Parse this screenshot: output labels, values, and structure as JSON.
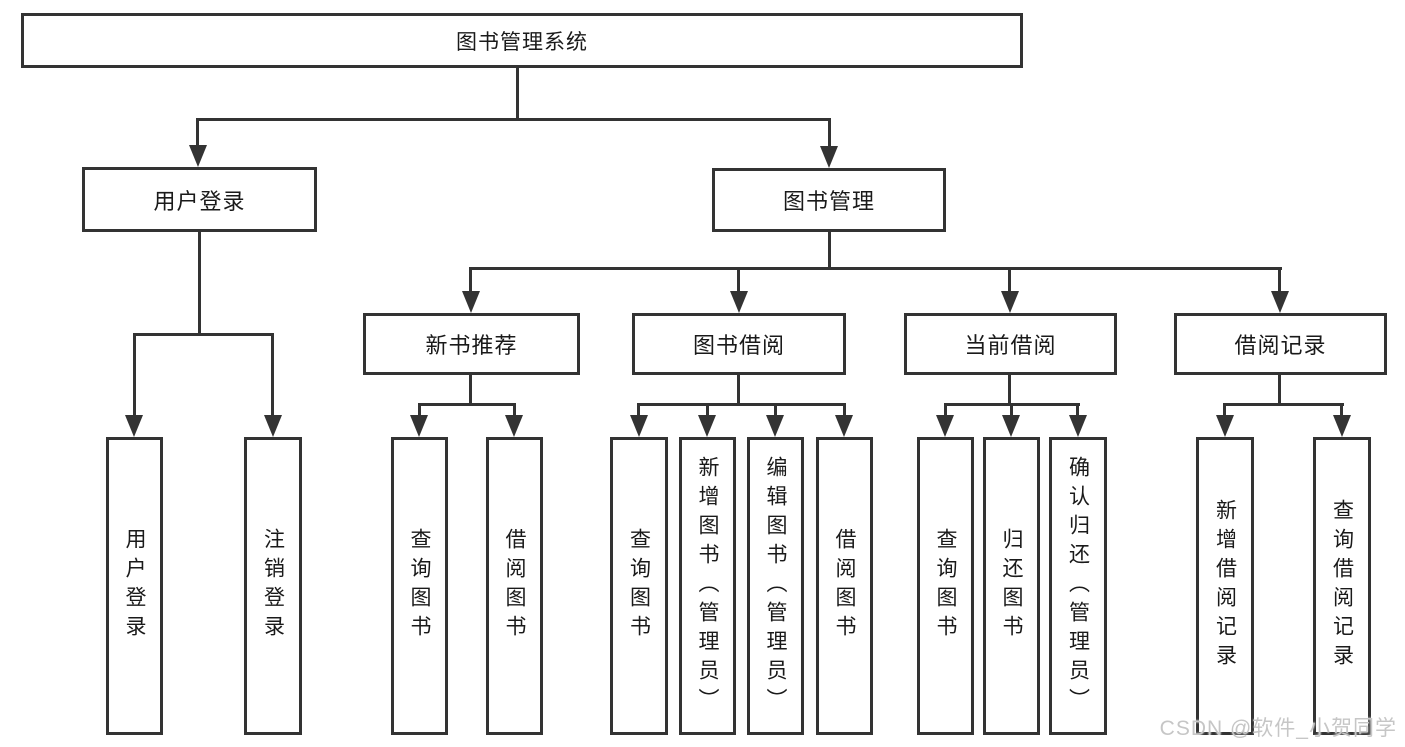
{
  "diagram": {
    "root": "图书管理系统",
    "branches": [
      {
        "label": "用户登录",
        "children": [
          "用户登录",
          "注销登录"
        ]
      },
      {
        "label": "图书管理",
        "groups": [
          {
            "label": "新书推荐",
            "children": [
              "查询图书",
              "借阅图书"
            ]
          },
          {
            "label": "图书借阅",
            "children": [
              "查询图书",
              "新增图书（管理员）",
              "编辑图书（管理员）",
              "借阅图书"
            ]
          },
          {
            "label": "当前借阅",
            "children": [
              "查询图书",
              "归还图书",
              "确认归还（管理员）"
            ]
          },
          {
            "label": "借阅记录",
            "children": [
              "新增借阅记录",
              "查询借阅记录"
            ]
          }
        ]
      }
    ]
  },
  "watermark": "CSDN @软件_小贺同学",
  "colors": {
    "line": "#333333",
    "text": "#1a1a1a",
    "watermark": "#c6c6c6",
    "background": "#ffffff"
  }
}
